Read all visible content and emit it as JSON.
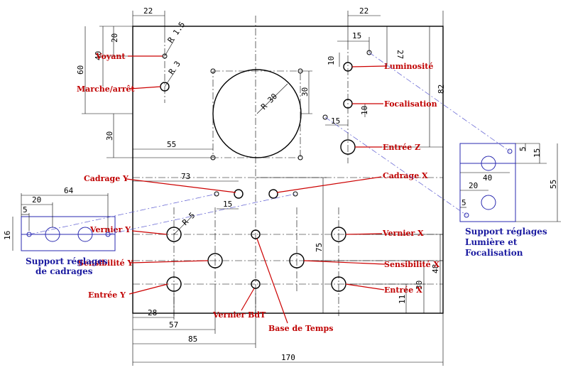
{
  "labels": {
    "voyant": "Voyant",
    "marche": "Marche/arrêt",
    "luminosite": "Luminosité",
    "focalisation": "Focalisation",
    "entree_z": "Entrée Z",
    "cadrage_y": "Cadrage Y",
    "cadrage_x": "Cadrage X",
    "vernier_y": "Vernier Y",
    "vernier_x": "Vernier X",
    "sensibilite_y": "Sensibilité Y",
    "sensibilite_x": "Sensibilité X",
    "entree_y": "Entrée Y",
    "entree_x": "Entrée X",
    "vernier_bdt": "Vernier BdT",
    "base_temps": "Base de Temps"
  },
  "captions": {
    "support_cadrages_1": "Support réglages",
    "support_cadrages_2": "de cadrages",
    "support_lumiere_1": "Support réglages",
    "support_lumiere_2": "Lumière et",
    "support_lumiere_3": "Focalisation"
  },
  "dims": {
    "d22_left": "22",
    "d22_right": "22",
    "d15_top": "15",
    "d27": "27",
    "d10_a": "10",
    "d10_b": "10",
    "d82": "82",
    "d15_mid": "15",
    "dR15": "R 1.5",
    "dR3": "R 3",
    "dR30": "R 30",
    "d20": "20",
    "d40": "40",
    "d60": "60",
    "d30_sq": "30",
    "d30_left": "30",
    "d55": "55",
    "d73": "73",
    "d15_cad": "15",
    "dR5": "R 5",
    "d75": "75",
    "d48": "48",
    "d30_bot": "30",
    "d11": "11",
    "d28": "28",
    "d57": "57",
    "d85": "85",
    "d170": "170",
    "ls_64": "64",
    "ls_20": "20",
    "ls_5": "5",
    "ls_16": "16",
    "rs_5": "5",
    "rs_15": "15",
    "rs_40": "40",
    "rs_20": "20",
    "rs_55": "55",
    "rs_5b": "5"
  }
}
